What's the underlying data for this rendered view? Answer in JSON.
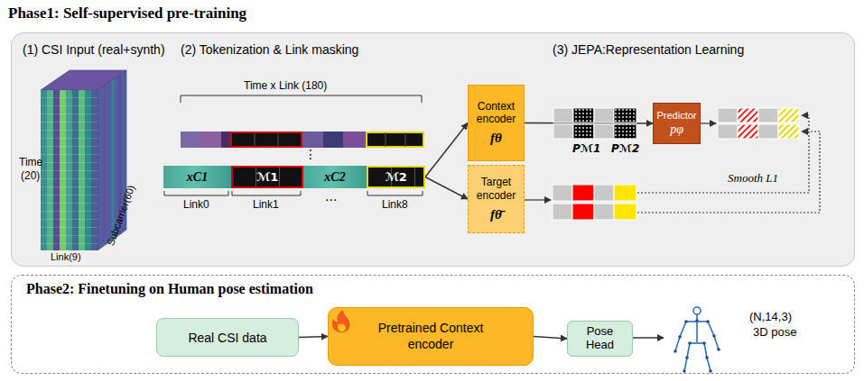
{
  "diagram": {
    "nodes": [
      {
        "text": [
          "Phase1: Self-supervised pre-training"
        ]
      },
      {
        "text": [
          "xC1"
        ],
        "in": 0
      },
      {
        "text": [
          "ℳ1"
        ],
        "in": 0
      },
      {
        "text": [
          "xC2"
        ],
        "in": 0
      },
      {
        "text": [
          "ℳ2"
        ],
        "in": 0
      },
      {
        "text": [
          "Context encoder",
          "fθ"
        ],
        "in": 0
      },
      {
        "text": [
          "Target encoder",
          "fθ̄"
        ],
        "in": 0
      },
      {
        "text": [
          "Predictor",
          "pφ"
        ],
        "in": 0
      },
      {
        "text": [
          "Phase2: Finetuning on Human pose estimation"
        ]
      },
      {
        "text": [
          "Real CSI data"
        ],
        "in": 8
      },
      {
        "text": [
          "Pretrained Context encoder"
        ],
        "in": 8
      },
      {
        "text": [
          "Pose Head"
        ],
        "in": 8
      }
    ],
    "edges": [
      {
        "from": 4,
        "to": 5,
        "arrow": "to"
      },
      {
        "from": 4,
        "to": 6,
        "arrow": "to"
      },
      {
        "from": 5,
        "to": 7,
        "arrow": "to"
      },
      {
        "from": 9,
        "to": 10,
        "arrow": "to"
      },
      {
        "from": 10,
        "to": 11,
        "arrow": "to"
      }
    ],
    "labels": [
      "(1) CSI Input (real+synth)",
      "(2) Tokenization & Link masking",
      "(3) JEPA:Representation Learning",
      "Time",
      "(20)",
      "Link(9)",
      "Subcarrier(60)",
      "Time x Link (180)",
      "⋮",
      "Link0",
      "Link1",
      "···",
      "Link8",
      "Pℳ1",
      "Pℳ2",
      "Smooth L1",
      "(N,14,3)",
      "3D pose"
    ]
  }
}
